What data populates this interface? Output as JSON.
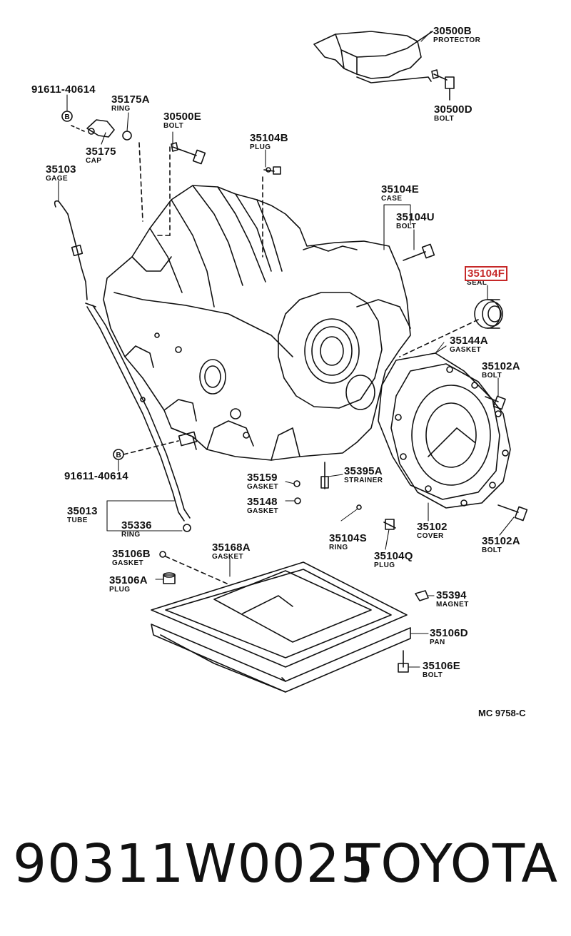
{
  "labels": {
    "p30500B": {
      "num": "30500B",
      "name": "PROTECTOR"
    },
    "p30500D": {
      "num": "30500D",
      "name": "BOLT"
    },
    "p91611a": {
      "num": "91611-40614",
      "name": ""
    },
    "p35175A": {
      "num": "35175A",
      "name": "RING"
    },
    "p30500E": {
      "num": "30500E",
      "name": "BOLT"
    },
    "p35175": {
      "num": "35175",
      "name": "CAP"
    },
    "p35103": {
      "num": "35103",
      "name": "GAGE"
    },
    "p35104B": {
      "num": "35104B",
      "name": "PLUG"
    },
    "p35104E": {
      "num": "35104E",
      "name": "CASE"
    },
    "p35104U": {
      "num": "35104U",
      "name": "BOLT"
    },
    "p35104F": {
      "num": "35104F",
      "name": "SEAL"
    },
    "p35144A": {
      "num": "35144A",
      "name": "GASKET"
    },
    "p35102A1": {
      "num": "35102A",
      "name": "BOLT"
    },
    "p91611b": {
      "num": "91611-40614",
      "name": ""
    },
    "p35159": {
      "num": "35159",
      "name": "GASKET"
    },
    "p35395A": {
      "num": "35395A",
      "name": "STRAINER"
    },
    "p35148": {
      "num": "35148",
      "name": "GASKET"
    },
    "p35013": {
      "num": "35013",
      "name": "TUBE"
    },
    "p35336": {
      "num": "35336",
      "name": "RING"
    },
    "p35104S": {
      "num": "35104S",
      "name": "RING"
    },
    "p35102": {
      "num": "35102",
      "name": "COVER"
    },
    "p35102A2": {
      "num": "35102A",
      "name": "BOLT"
    },
    "p35104Q": {
      "num": "35104Q",
      "name": "PLUG"
    },
    "p35106B": {
      "num": "35106B",
      "name": "GASKET"
    },
    "p35168A": {
      "num": "35168A",
      "name": "GASKET"
    },
    "p35106A": {
      "num": "35106A",
      "name": "PLUG"
    },
    "p35394": {
      "num": "35394",
      "name": "MAGNET"
    },
    "p35106D": {
      "num": "35106D",
      "name": "PAN"
    },
    "p35106E": {
      "num": "35106E",
      "name": "BOLT"
    }
  },
  "marker_letter": "B",
  "ref_code": "MC 9758-C",
  "part_number": "90311W0025",
  "brand": "TOYOTA",
  "highlight_color": "#c62828"
}
